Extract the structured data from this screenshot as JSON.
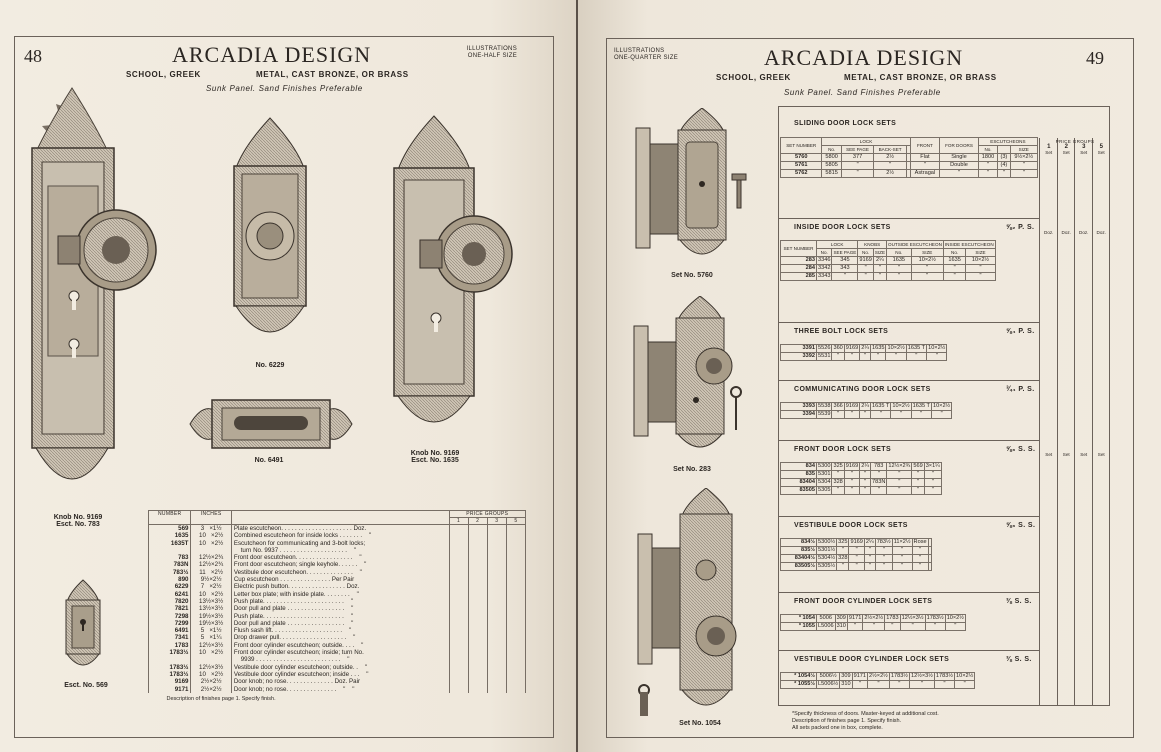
{
  "left": {
    "page_number": "48",
    "title": "ARCADIA DESIGN",
    "corner_note": [
      "ILLUSTRATIONS",
      "ONE-HALF SIZE"
    ],
    "school": "SCHOOL, GREEK",
    "material": "METAL, CAST BRONZE, OR BRASS",
    "finish": "Sunk Panel.  Sand Finishes Preferable",
    "captions": {
      "knob_left": [
        "Knob No. 9169",
        "Esct. No. 783"
      ],
      "no_6229": "No. 6229",
      "no_6491": "No. 6491",
      "knob_right": [
        "Knob No. 9169",
        "Esct. No. 1635"
      ],
      "esct_569": "Esct. No. 569"
    },
    "table": {
      "h_number": "NUMBER",
      "h_inches": "INCHES",
      "h_price": "PRICE GROUPS",
      "h_groups": [
        "1",
        "2",
        "3",
        "5"
      ],
      "rows": [
        {
          "n": "569",
          "s": "3   ×1½",
          "d": "Plate escutcheon. . . . . . . . . . . . . . . . . . . . . Doz."
        },
        {
          "n": "1635",
          "s": "10   ×2½",
          "d": "Combined escutcheon for inside locks . . . . . . .    \""
        },
        {
          "n": "1635T",
          "s": "10   ×2½",
          "d": "Escutcheon for communicating and 3-bolt locks;"
        },
        {
          "n": "",
          "s": "",
          "d": "    turn No. 9937 . . . . . . . . . . . . . . . . . . . .    \""
        },
        {
          "n": "783",
          "s": "12½×2¾",
          "d": "Front door escutcheon. . . . . . . . . . . . . . . . .    \""
        },
        {
          "n": "783N",
          "s": "12½×2¾",
          "d": "Front door escutcheon; single keyhole. . . . . .    \""
        },
        {
          "n": "783½",
          "s": "11   ×2½",
          "d": "Vestibule door escutcheon. . . . . . . . . . . . . .    \""
        },
        {
          "n": "890",
          "s": "9½×2½",
          "d": "Cup escutcheon . . . . . . . . . . . . . . . Per Pair"
        },
        {
          "n": "6229",
          "s": "7   ×2½",
          "d": "Electric push button. . . . . . . . . . . . . . . . . Doz."
        },
        {
          "n": "6241",
          "s": "10   ×2½",
          "d": "Letter box plate; with inside plate. . . . . . . .    \""
        },
        {
          "n": "7820",
          "s": "13½×3½",
          "d": "Push plate. . . . . . . . . . . . . . . . . . . . . . . .    \""
        },
        {
          "n": "7821",
          "s": "13½×3½",
          "d": "Door pull and plate . . . . . . . . . . . . . . . . .    \""
        },
        {
          "n": "7298",
          "s": "19½×3½",
          "d": "Push plate. . . . . . . . . . . . . . . . . . . . . . . .    \""
        },
        {
          "n": "7299",
          "s": "19½×3½",
          "d": "Door pull and plate . . . . . . . . . . . . . . . . .    \""
        },
        {
          "n": "6491",
          "s": "5   ×1½",
          "d": "Flush sash lift. . . . . . . . . . . . . . . . . . . . .    \""
        },
        {
          "n": "7341",
          "s": "5   ×1¼",
          "d": "Drop drawer pull. . . . . . . . . . . . . . . . . . . .    \""
        },
        {
          "n": "1783",
          "s": "12½×3½",
          "d": "Front door cylinder escutcheon; outside. . . .    \""
        },
        {
          "n": "1783½",
          "s": "10   ×2½",
          "d": "Front door cylinder escutcheon; inside; turn No."
        },
        {
          "n": "",
          "s": "",
          "d": "    9939 . . . . . . . . . . . . . . . . . . . . . . . . .    \""
        },
        {
          "n": "1783½",
          "s": "12½×3½",
          "d": "Vestibule door cylinder escutcheon; outside. .    \""
        },
        {
          "n": "1783½",
          "s": "10   ×2½",
          "d": "Vestibule door cylinder escutcheon; inside . . .    \""
        },
        {
          "n": "9169",
          "s": "2½×2½",
          "d": "Door knob; no rose. . . . . . . . . . . . . . Doz. Pair"
        },
        {
          "n": "9171",
          "s": "2½×2½",
          "d": "Door knob; no rose. . . . . . . . . . . . . . .    \"    \""
        }
      ],
      "footer": "Description of finishes page 1.  Specify finish."
    }
  },
  "right": {
    "page_number": "49",
    "title": "ARCADIA DESIGN",
    "corner_note": [
      "ILLUSTRATIONS",
      "ONE-QUARTER SIZE"
    ],
    "school": "SCHOOL, GREEK",
    "material": "METAL, CAST BRONZE, OR BRASS",
    "finish": "Sunk Panel.  Sand Finishes Preferable",
    "captions": {
      "set_5760": "Set No. 5760",
      "set_283": "Set No. 283",
      "set_1054": "Set No. 1054"
    },
    "price_groups": {
      "header": "PRICE GROUPS",
      "nums": [
        "1",
        "2",
        "3",
        "5"
      ],
      "set": "Set",
      "doz": "Doz."
    },
    "sections": [
      {
        "title": "SLIDING DOOR LOCK SETS",
        "finish": ""
      },
      {
        "title": "INSIDE DOOR LOCK SETS",
        "finish": "⅝₂ P. S."
      },
      {
        "title": "THREE BOLT LOCK SETS",
        "finish": "⅝₄ P. S."
      },
      {
        "title": "COMMUNICATING DOOR LOCK SETS",
        "finish": "¾₄ P. S."
      },
      {
        "title": "FRONT DOOR LOCK SETS",
        "finish": "⅝₆ S. S."
      },
      {
        "title": "VESTIBULE DOOR LOCK SETS",
        "finish": "⅝₆ S. S."
      },
      {
        "title": "FRONT DOOR CYLINDER LOCK SETS",
        "finish": "⅜ S. S."
      },
      {
        "title": "VESTIBULE DOOR CYLINDER LOCK SETS",
        "finish": "⅜ S. S."
      }
    ],
    "h_set_number": "SET NUMBER",
    "h_lock": "LOCK",
    "h_no": "No.",
    "h_see_page": "SEE PAGE",
    "h_backset": "BACK-SET",
    "h_front": "FRONT",
    "h_for_doors": "FOR DOORS",
    "h_escutcheons": "ESCUTCHEONS",
    "h_size": "SIZE",
    "h_knobs": "KNOBS",
    "h_outside_esc": "OUTSIDE ESCUTCHEON",
    "h_inside_esc": "INSIDE ESCUTCHEON",
    "sliding": [
      [
        "5760",
        "5800",
        "377",
        "2½",
        "Flat",
        "Single",
        "1800",
        "(3)",
        "9½×2½"
      ],
      [
        "5761",
        "5805",
        "\"",
        "\"",
        "\"",
        "Double",
        "\"",
        "(4)",
        "\""
      ],
      [
        "5762",
        "5815",
        "\"",
        "2½",
        "Astragal",
        "\"",
        "\"",
        "\"",
        "\""
      ]
    ],
    "inside": [
      [
        "283",
        "3346",
        "345",
        "9169",
        "2¼",
        "1635",
        "10×2½",
        "1635",
        "10×2½"
      ],
      [
        "284",
        "3342",
        "343",
        "\"",
        "\"",
        "\"",
        "\"",
        "\"",
        "\""
      ],
      [
        "285",
        "3343",
        "\"",
        "\"",
        "\"",
        "\"",
        "\"",
        "\"",
        "\""
      ]
    ],
    "three_bolt": [
      [
        "3391",
        "5526",
        "360",
        "9169",
        "2¼",
        "1635",
        "10×2½",
        "1635 T",
        "10×2½"
      ],
      [
        "3392",
        "5531",
        "\"",
        "\"",
        "\"",
        "\"",
        "\"",
        "\"",
        "\""
      ]
    ],
    "communicating": [
      [
        "3393",
        "5538",
        "366",
        "9169",
        "2¼",
        "1635 T",
        "10×2½",
        "1635 T",
        "10×2½"
      ],
      [
        "3394",
        "5539",
        "\"",
        "\"",
        "\"",
        "\"",
        "\"",
        "\"",
        "\""
      ]
    ],
    "front": [
      [
        "834",
        "5300",
        "325",
        "9169",
        "2¼",
        "783",
        "12½×2¾",
        "569",
        "3×1¼"
      ],
      [
        "835",
        "5301",
        "\"",
        "\"",
        "\"",
        "\"",
        "\"",
        "\"",
        "\""
      ],
      [
        "83404",
        "5304",
        "328",
        "\"",
        "\"",
        "783N",
        "\"",
        "\"",
        "\""
      ],
      [
        "83505",
        "5305",
        "\"",
        "\"",
        "\"",
        "\"",
        "\"",
        "\"",
        "\""
      ]
    ],
    "vestibule": [
      [
        "834½",
        "5300½",
        "325",
        "9169",
        "2¼",
        "783½",
        "11×2½",
        "Rose",
        ""
      ],
      [
        "835½",
        "5301½",
        "\"",
        "\"",
        "\"",
        "\"",
        "\"",
        "\"",
        ""
      ],
      [
        "83404½",
        "5304½",
        "328",
        "\"",
        "\"",
        "\"",
        "\"",
        "\"",
        ""
      ],
      [
        "83505½",
        "5305½",
        "\"",
        "\"",
        "\"",
        "\"",
        "\"",
        "\"",
        ""
      ]
    ],
    "front_cyl": [
      [
        "* 1054",
        "5006",
        "309",
        "9171",
        "2½×2½",
        "1783",
        "12½×3½",
        "1783½",
        "10×2½"
      ],
      [
        "* 1055",
        "L5006",
        "310",
        "\"",
        "\"",
        "\"",
        "\"",
        "\"",
        "\""
      ]
    ],
    "vest_cyl": [
      [
        "* 1054½",
        "5006½",
        "309",
        "9171",
        "2½×2½",
        "1783½",
        "12½×3½",
        "1783½",
        "10×2½"
      ],
      [
        "* 1055½",
        "L5006½",
        "310",
        "\"",
        "\"",
        "\"",
        "\"",
        "\"",
        "\""
      ]
    ],
    "footnotes": [
      "*Specify thickness of doors.  Master-keyed at additional cost.",
      "Description of finishes page 1.  Specify finish.",
      "All sets packed one in box, complete."
    ]
  }
}
